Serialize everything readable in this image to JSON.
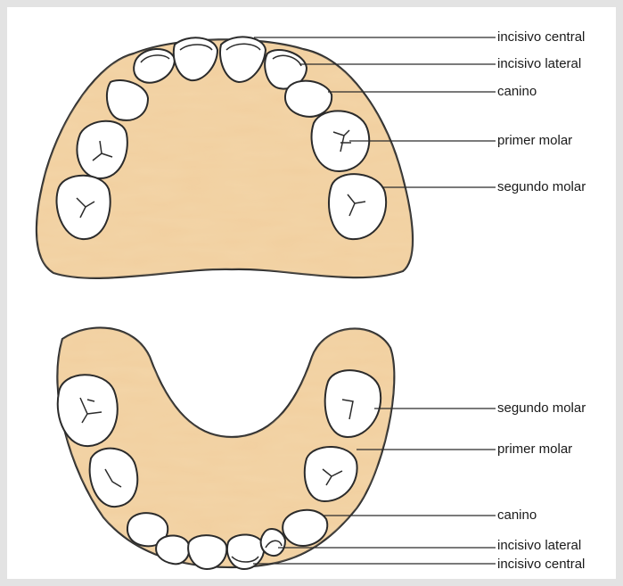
{
  "upper_arch": {
    "labels": {
      "central_incisor": "incisivo central",
      "lateral_incisor": "incisivo lateral",
      "canine": "canino",
      "first_molar": "primer molar",
      "second_molar": "segundo molar"
    }
  },
  "lower_arch": {
    "labels": {
      "second_molar": "segundo molar",
      "first_molar": "primer molar",
      "canine": "canino",
      "lateral_incisor": "incisivo lateral",
      "central_incisor": "incisivo central"
    }
  },
  "colors": {
    "gum": "#f1cf9f",
    "gum_stroke": "#2b2b2b",
    "tooth": "#ffffff",
    "frame": "#e3e3e3"
  }
}
